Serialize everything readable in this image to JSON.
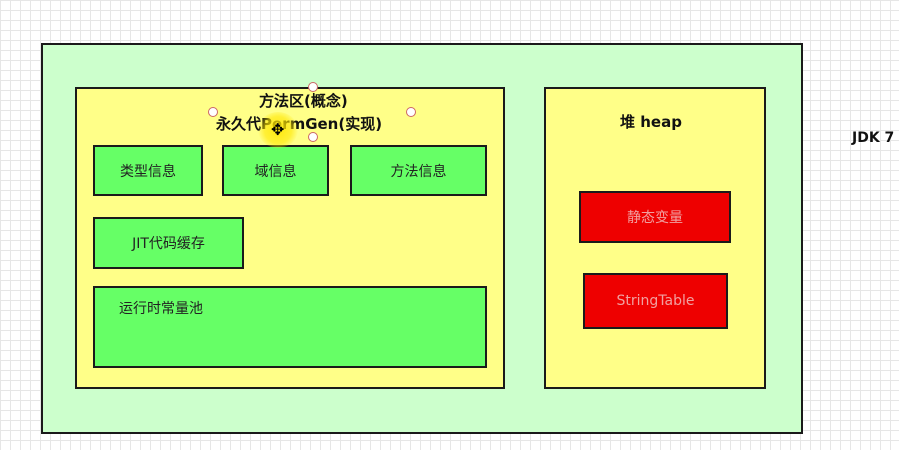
{
  "diagram": {
    "method_area": {
      "title_line1": "方法区(概念)",
      "title_line2": "永久代PermGen(实现)",
      "items": [
        "类型信息",
        "域信息",
        "方法信息",
        "JIT代码缓存",
        "运行时常量池"
      ]
    },
    "heap": {
      "title": "堆 heap",
      "items": [
        "静态变量",
        "StringTable"
      ]
    },
    "side_label": "JDK 7"
  },
  "colors": {
    "outer_fill": "#ccffcc",
    "area_fill": "#ffff88",
    "item_green": "#66ff66",
    "item_red": "#ee0000"
  },
  "icons": {
    "cursor": "move-cursor-icon",
    "selection_handles": "resize-handle-icon"
  }
}
